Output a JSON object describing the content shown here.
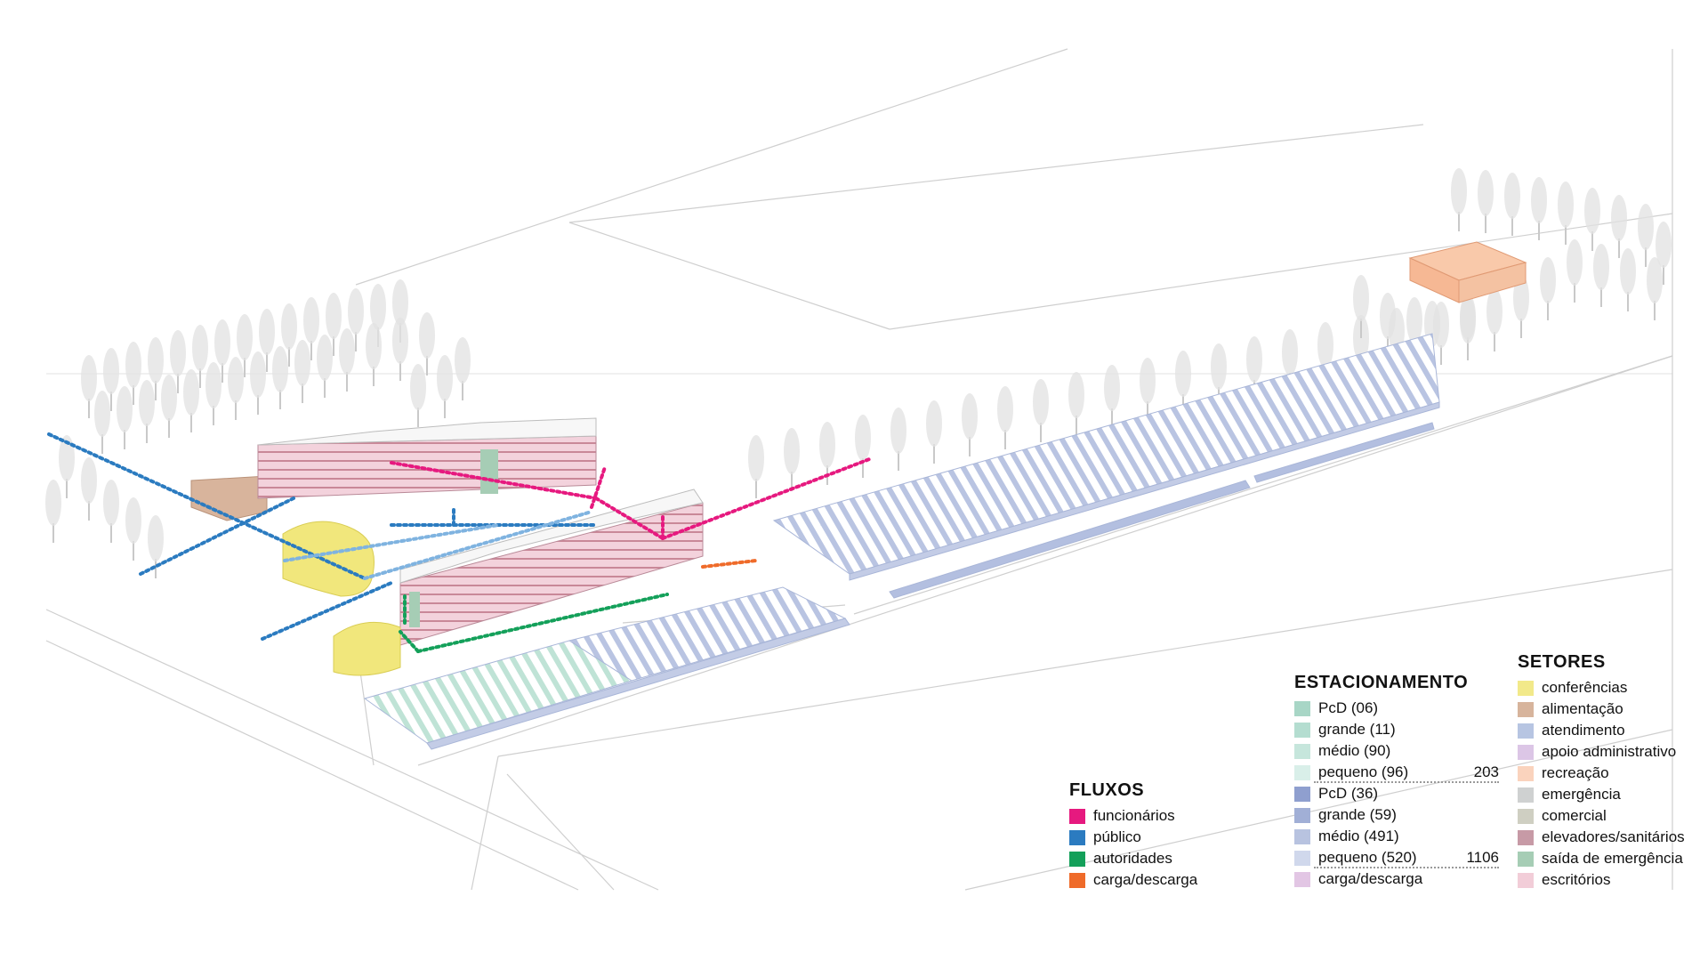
{
  "fluxos": {
    "title": "FLUXOS",
    "items": [
      {
        "label": "funcionários",
        "color": "#e6197f"
      },
      {
        "label": "público",
        "color": "#2b7bc0"
      },
      {
        "label": "autoridades",
        "color": "#14a05a"
      },
      {
        "label": "carga/descarga",
        "color": "#ef6b2a"
      }
    ]
  },
  "estacionamento": {
    "title": "ESTACIONAMENTO",
    "group1": {
      "items": [
        {
          "label": "PcD (06)",
          "color": "#a8d6c6"
        },
        {
          "label": "grande (11)",
          "color": "#b4ddd0"
        },
        {
          "label": "médio (90)",
          "color": "#c6e6dc"
        },
        {
          "label": "pequeno (96)",
          "color": "#d9efe9"
        }
      ],
      "total": "203"
    },
    "group2": {
      "items": [
        {
          "label": "PcD (36)",
          "color": "#8f9fcf"
        },
        {
          "label": "grande (59)",
          "color": "#a1afd6"
        },
        {
          "label": "médio (491)",
          "color": "#b8c3e0"
        },
        {
          "label": "pequeno (520)",
          "color": "#d0d8ec"
        }
      ],
      "total": "1106"
    },
    "extra": {
      "label": "carga/descarga",
      "color": "#e2c6e4"
    }
  },
  "setores": {
    "title": "SETORES",
    "items": [
      {
        "label": "conferências",
        "color": "#f2e98a"
      },
      {
        "label": "alimentação",
        "color": "#d7b49c"
      },
      {
        "label": "atendimento",
        "color": "#b7c5e2"
      },
      {
        "label": "apoio administrativo",
        "color": "#dcc6e6"
      },
      {
        "label": "recreação",
        "color": "#fad3bd"
      },
      {
        "label": "emergência",
        "color": "#cfd1d1"
      },
      {
        "label": "comercial",
        "color": "#cfcfc2"
      },
      {
        "label": "elevadores/sanitários",
        "color": "#c79aa6"
      },
      {
        "label": "saída de emergência",
        "color": "#a6cdb5"
      },
      {
        "label": "escritórios",
        "color": "#f2cdd8"
      }
    ]
  }
}
